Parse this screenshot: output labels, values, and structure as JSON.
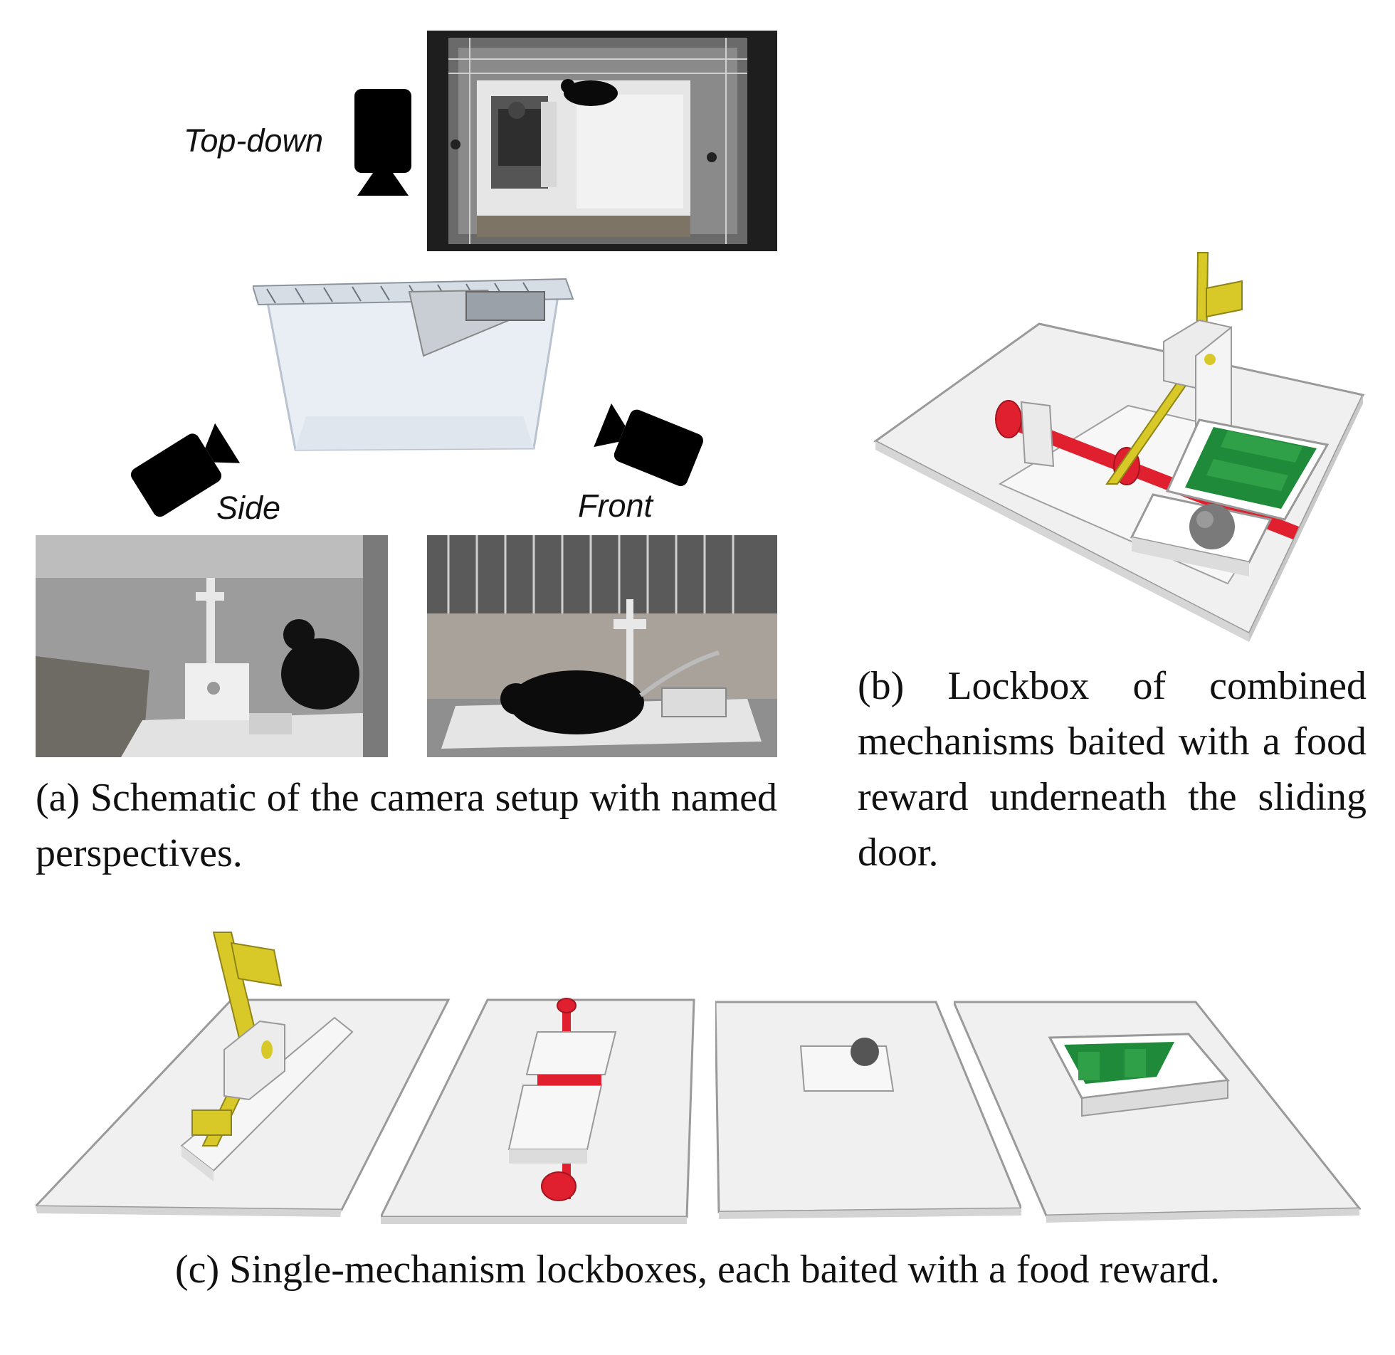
{
  "panel_a": {
    "labels": {
      "top_down": "Top-down",
      "side": "Side",
      "front": "Front"
    },
    "caption": "(a) Schematic of the camera setup with named perspectives."
  },
  "panel_b": {
    "caption": "(b) Lockbox of combined mechanisms baited with a food reward underneath the sliding door."
  },
  "panel_c": {
    "caption": "(c) Single-mechanism lockboxes, each baited with a food reward."
  },
  "colors": {
    "lever": "#d8c928",
    "stick": "#e0202e",
    "slider": "#1f8a3a",
    "ball": "#7a7a7a",
    "plate": "#f0f0f0",
    "camera": "#000000"
  }
}
